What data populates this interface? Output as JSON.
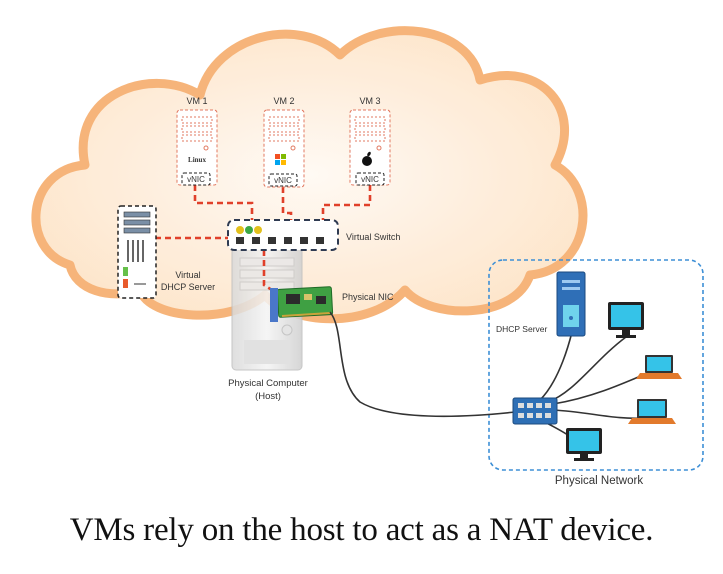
{
  "diagram": {
    "vms": [
      {
        "label": "VM 1",
        "os": "Linux",
        "nic": "vNIC"
      },
      {
        "label": "VM 2",
        "os": "",
        "nic": "vNIC"
      },
      {
        "label": "VM 3",
        "os": "",
        "nic": "vNIC"
      }
    ],
    "virtual_switch_label": "Virtual Switch",
    "virtual_dhcp_label_1": "Virtual",
    "virtual_dhcp_label_2": "DHCP Server",
    "physical_nic_label": "Physical NIC",
    "physical_computer_label_1": "Physical Computer",
    "physical_computer_label_2": "(Host)",
    "physical_dhcp_label": "DHCP Server",
    "physical_network_label": "Physical Network",
    "colors": {
      "cloud_fill": "#fdefe1",
      "cloud_stroke": "#f7b77a",
      "virtual_link": "#e0402a",
      "network_border": "#3d8fd6",
      "switch_blue": "#2e6fb5",
      "monitor_cyan": "#35c3e8",
      "nic_green": "#3fa043"
    }
  },
  "caption": "VMs rely on the host to act as a NAT device."
}
